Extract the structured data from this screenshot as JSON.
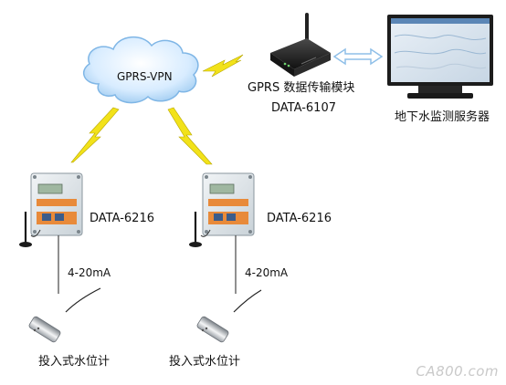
{
  "cloud_label": "GPRS-VPN",
  "gprs_module": {
    "name": "GPRS 数据传输模块",
    "model": "DATA-6107"
  },
  "server_label": "地下水监测服务器",
  "loggers": [
    {
      "model": "DATA-6216",
      "signal": "4-20mA",
      "sensor_label": "投入式水位计"
    },
    {
      "model": "DATA-6216",
      "signal": "4-20mA",
      "sensor_label": "投入式水位计"
    }
  ],
  "watermark": "CA800.com",
  "icons": {
    "cloud": "cloud-icon",
    "router": "wireless-router-icon",
    "monitor": "monitor-icon",
    "lightning": "lightning-bolt-icon",
    "arrow": "double-arrow-icon",
    "logger": "data-logger-icon",
    "antenna": "antenna-icon",
    "sensor": "pressure-sensor-icon"
  },
  "colors": {
    "cloud_fill": "#d8ecff",
    "cloud_edge": "#7fb6e6",
    "lightning": "#f2e21a",
    "arrow": "#8fbfe8",
    "logger_body": "#dfe6ea",
    "logger_orange": "#e88a3a",
    "router_body": "#2a2a2a"
  }
}
